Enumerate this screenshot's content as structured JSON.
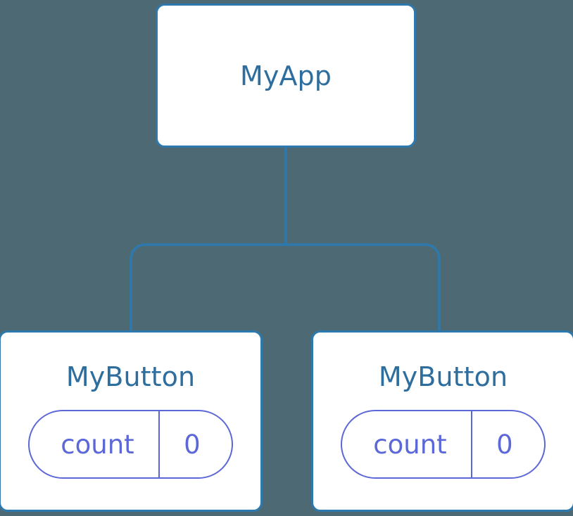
{
  "diagram": {
    "title": "component-tree",
    "background_color": "#4d6a74",
    "node_border_color": "#2d79ae",
    "node_fill_color": "#ffffff",
    "node_label_color": "#2e6e9e",
    "edge_color": "#2d79ae",
    "pill_color": "#5c68d8"
  },
  "root": {
    "label": "MyApp"
  },
  "children": [
    {
      "label": "MyButton",
      "state": {
        "key": "count",
        "value": "0"
      }
    },
    {
      "label": "MyButton",
      "state": {
        "key": "count",
        "value": "0"
      }
    }
  ]
}
